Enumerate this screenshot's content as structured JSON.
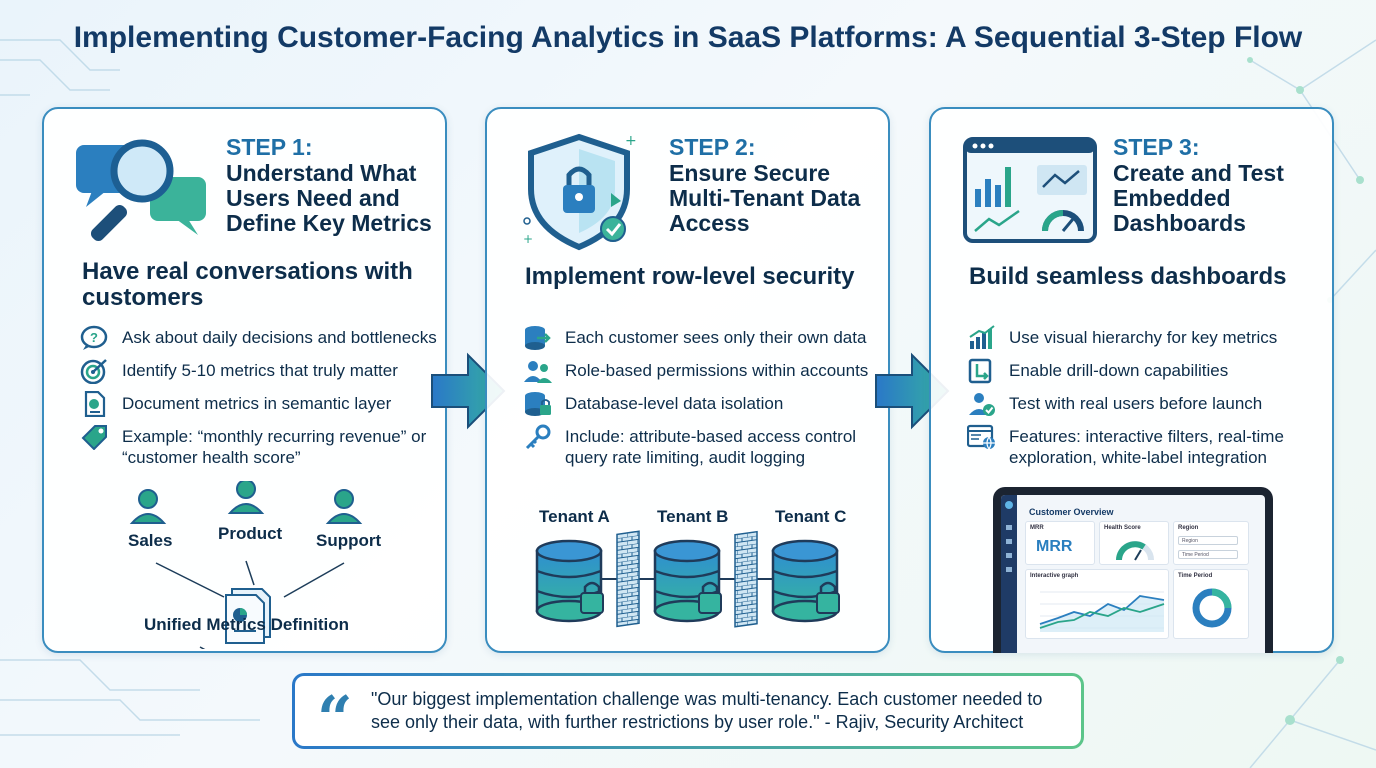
{
  "title": "Implementing Customer-Facing Analytics in SaaS Platforms: A Sequential 3-Step Flow",
  "colors": {
    "accent": "#1f6fa6",
    "dark": "#0d2d4a",
    "teal": "#2aa58a",
    "border": "#3a8dbf"
  },
  "steps": [
    {
      "label": "STEP 1:",
      "title": "Understand What Users Need and Define Key Metrics",
      "icon": "magnifier-chat-icon",
      "headline": "Have real conversations with customers",
      "bullets": [
        {
          "icon": "question-bubble-icon",
          "text": "Ask about daily decisions and bottlenecks"
        },
        {
          "icon": "target-icon",
          "text": "Identify 5-10 metrics that truly matter"
        },
        {
          "icon": "document-icon",
          "text": "Document metrics in semantic layer"
        },
        {
          "icon": "tag-icon",
          "text": "Example: “monthly recurring revenue” or “customer health score”"
        }
      ],
      "people": [
        "Sales",
        "Product",
        "Support"
      ],
      "unified": "Unified Metrics Definition"
    },
    {
      "label": "STEP 2:",
      "title": "Ensure Secure Multi-Tenant Data Access",
      "icon": "shield-lock-icon",
      "headline": "Implement row-level security",
      "bullets": [
        {
          "icon": "database-arrow-icon",
          "text": "Each customer sees only their own data"
        },
        {
          "icon": "users-icon",
          "text": "Role-based permissions within accounts"
        },
        {
          "icon": "database-lock-icon",
          "text": "Database-level data isolation"
        },
        {
          "icon": "key-icon",
          "text": "Include: attribute-based access control query rate limiting, audit logging"
        }
      ],
      "tenants": [
        "Tenant A",
        "Tenant B",
        "Tenant C"
      ]
    },
    {
      "label": "STEP 3:",
      "title": "Create and Test Embedded Dashboards",
      "icon": "dashboard-window-icon",
      "headline": "Build seamless dashboards",
      "bullets": [
        {
          "icon": "bar-growth-icon",
          "text": "Use visual hierarchy for key metrics"
        },
        {
          "icon": "drilldown-icon",
          "text": "Enable drill-down capabilities"
        },
        {
          "icon": "user-check-icon",
          "text": "Test with real users before launch"
        },
        {
          "icon": "browser-globe-icon",
          "text": "Features: interactive filters, real-time exploration, white-label integration"
        }
      ],
      "dashboard": {
        "title": "Customer Overview",
        "mrr_label": "MRR",
        "mrr_value": "MRR",
        "health_label": "Health Score",
        "region_label": "Region",
        "region_select": "Region",
        "time_select": "Time Period",
        "graph_label": "Interactive graph",
        "period_label": "Time Period"
      }
    }
  ],
  "quote": "\"Our biggest implementation challenge was multi-tenancy. Each customer needed to see only their data, with further restrictions by user role.\" - Rajiv, Security Architect"
}
